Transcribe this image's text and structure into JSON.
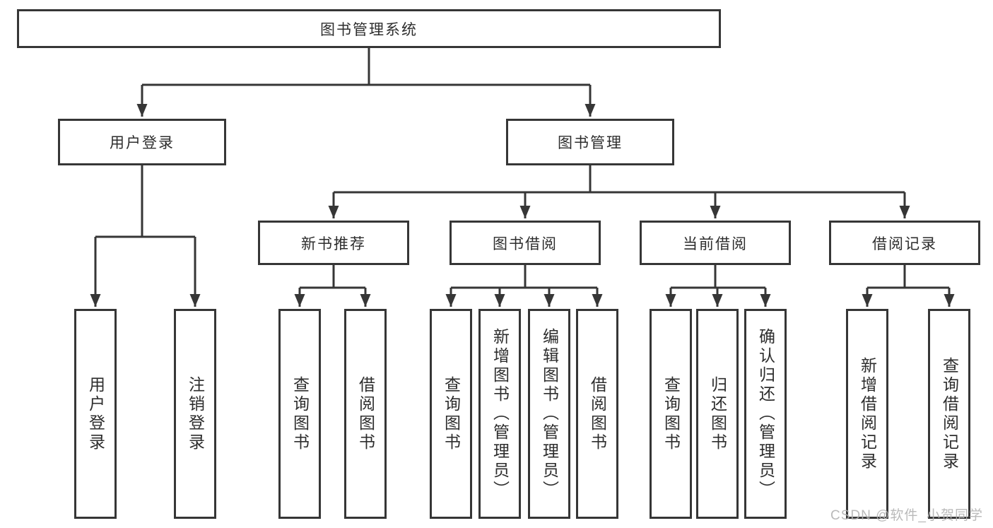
{
  "diagram": {
    "type": "tree",
    "root": {
      "label": "图书管理系统",
      "children": [
        {
          "label": "用户登录",
          "children": [
            {
              "label": "用户登录"
            },
            {
              "label": "注销登录"
            }
          ]
        },
        {
          "label": "图书管理",
          "children": [
            {
              "label": "新书推荐",
              "children": [
                {
                  "label": "查询图书"
                },
                {
                  "label": "借阅图书"
                }
              ]
            },
            {
              "label": "图书借阅",
              "children": [
                {
                  "label": "查询图书"
                },
                {
                  "label": "新增图书（管理员）"
                },
                {
                  "label": "编辑图书（管理员）"
                },
                {
                  "label": "借阅图书"
                }
              ]
            },
            {
              "label": "当前借阅",
              "children": [
                {
                  "label": "查询图书"
                },
                {
                  "label": "归还图书"
                },
                {
                  "label": "确认归还（管理员）"
                }
              ]
            },
            {
              "label": "借阅记录",
              "children": [
                {
                  "label": "新增借阅记录"
                },
                {
                  "label": "查询借阅记录"
                }
              ]
            }
          ]
        }
      ]
    },
    "colors": {
      "line": "#363636",
      "box_border": "#363636",
      "text": "#2d2d2d",
      "watermark": "#b3b3b3",
      "background": "#ffffff"
    }
  },
  "watermark": {
    "text": "CSDN @软件_小贺同学"
  }
}
